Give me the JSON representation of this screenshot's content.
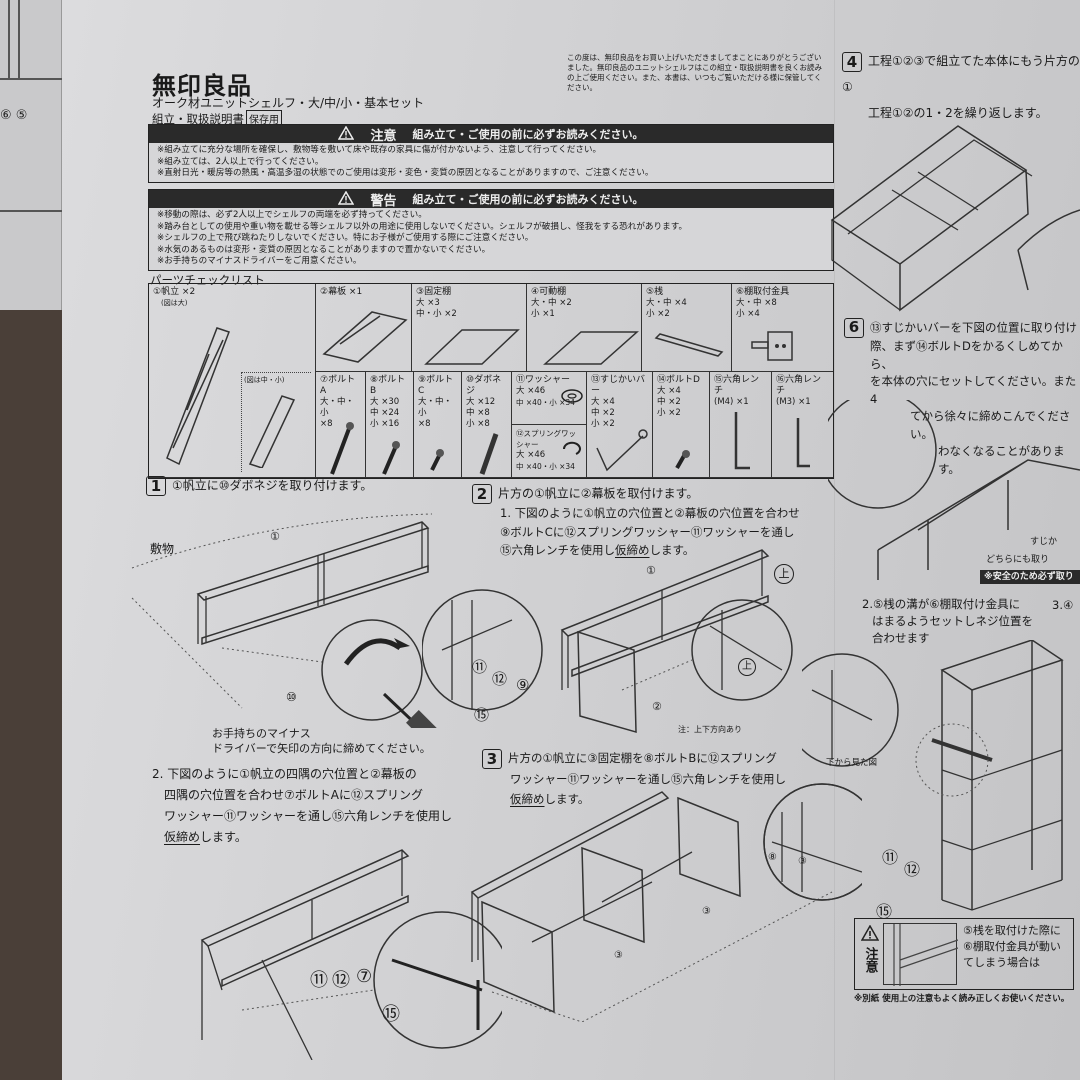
{
  "left_page": {
    "callouts": [
      "⑥",
      "⑤"
    ]
  },
  "header": {
    "brand": "無印良品",
    "subtitle": "オーク材ユニットシェルフ・大/中/小・基本セット",
    "manual_title": "組立・取扱説明書",
    "keep_badge": "保存用",
    "intro": "この度は、無印良品をお買い上げいただきましてまことにありがとうございました。無印良品のユニットシェルフはこの組立・取扱説明書を良くお読みの上ご使用ください。また、本書は、いつもご覧いただける様に保管してください。"
  },
  "caution": {
    "icon": "warning-triangle-icon",
    "title": "注意",
    "subtitle": "組み立て・ご使用の前に必ずお読みください。",
    "items": [
      "※組み立てに充分な場所を確保し、敷物等を敷いて床や既存の家具に傷が付かないよう、注意して行ってください。",
      "※組み立ては、2人以上で行ってください。",
      "※直射日光・暖房等の熱風・高温多湿の状態でのご使用は変形・変色・変質の原因となることがありますので、ご注意ください。"
    ]
  },
  "warning": {
    "icon": "warning-triangle-icon",
    "title": "警告",
    "subtitle": "組み立て・ご使用の前に必ずお読みください。",
    "items": [
      "※移動の際は、必ず2人以上でシェルフの両端を必ず持ってください。",
      "※踏み台としての使用や重い物を載せる等シェルフ以外の用途に使用しないでください。シェルフが破損し、怪我をする恐れがあります。",
      "※シェルフの上で飛び跳ねたりしないでください。特にお子様がご使用する際にご注意ください。",
      "※水気のあるものは変形・変質の原因となることがありますので置かないでください。",
      "※お手持ちのマイナスドライバーをご用意ください。"
    ]
  },
  "parts": {
    "title": "パーツチェックリスト",
    "top_row": [
      {
        "name": "①帆立 ×2",
        "qty": [
          "(図は大)"
        ],
        "alt_note": "(図は中・小)"
      },
      {
        "name": "②幕板 ×1",
        "qty": []
      },
      {
        "name": "③固定棚",
        "qty": [
          "大 ×3",
          "中・小 ×2"
        ]
      },
      {
        "name": "④可動棚",
        "qty": [
          "大・中 ×2",
          "小 ×1"
        ]
      },
      {
        "name": "⑤桟",
        "qty": [
          "大・中 ×4",
          "小 ×2"
        ]
      },
      {
        "name": "⑥棚取付金具",
        "qty": [
          "大・中 ×8",
          "小 ×4"
        ]
      }
    ],
    "bottom_row": [
      {
        "name": "⑦ボルトA",
        "qty": [
          "大・中・小",
          "×8"
        ]
      },
      {
        "name": "⑧ボルトB",
        "qty": [
          "大 ×30",
          "中 ×24",
          "小 ×16"
        ]
      },
      {
        "name": "⑨ボルトC",
        "qty": [
          "大・中・小",
          "×8"
        ]
      },
      {
        "name": "⑩ダボネジ",
        "qty": [
          "大 ×12",
          "中 ×8",
          "小 ×8"
        ]
      },
      {
        "name": "⑪ワッシャー",
        "qty": [
          "大 ×46",
          "中 ×40・小 ×34"
        ]
      },
      {
        "name": "⑫スプリングワッシャー",
        "qty": [
          "大 ×46",
          "中 ×40・小 ×34"
        ]
      },
      {
        "name": "⑬すじかいバー",
        "qty": [
          "大 ×4",
          "中 ×2",
          "小 ×2"
        ]
      },
      {
        "name": "⑭ボルトD",
        "qty": [
          "大 ×4",
          "中 ×2",
          "小 ×2"
        ]
      },
      {
        "name": "⑮六角レンチ",
        "qty": [
          "(M4) ×1"
        ]
      },
      {
        "name": "⑯六角レンチ",
        "qty": [
          "(M3) ×1"
        ]
      }
    ]
  },
  "steps": {
    "step1": {
      "num": "1",
      "text": "①帆立に⑩ダボネジを取り付けます。",
      "label_mat": "敷物",
      "driver_note_1": "お手持ちのマイナス",
      "driver_note_2": "ドライバーで矢印の方向に締めてください。",
      "sub2_lines": [
        "2. 下図のように①帆立の四隅の穴位置と②幕板の",
        "四隅の穴位置を合わせ⑦ボルトAに⑫スプリング",
        "ワッシャー⑪ワッシャーを通し⑮六角レンチを使用し"
      ],
      "sub2_tail_u": "仮締め",
      "sub2_tail": "します。",
      "callouts": [
        "①",
        "⑩",
        "⑪",
        "⑫",
        "⑦",
        "⑮"
      ]
    },
    "step2": {
      "num": "2",
      "text": "片方の①帆立に②幕板を取付けます。",
      "lines": [
        "1. 下図のように①帆立の穴位置と②幕板の穴位置を合わせ",
        "⑨ボルトCに⑫スプリングワッシャー⑪ワッシャーを通し"
      ],
      "line3_pre": "⑮六角レンチを使用し",
      "line3_u": "仮締め",
      "line3_post": "します。",
      "up_mark": "上",
      "note": "注：上下方向あり",
      "callouts": [
        "⑪",
        "⑫",
        "⑨",
        "⑮",
        "①",
        "②"
      ]
    },
    "step3": {
      "num": "3",
      "lines": [
        "片方の①帆立に③固定棚を⑧ボルトBに⑫スプリング",
        "ワッシャー⑪ワッシャーを通し⑮六角レンチを使用し"
      ],
      "tail_u": "仮締め",
      "tail": "します。",
      "callouts": [
        "③",
        "③",
        "③",
        "⑧",
        "⑪",
        "⑫",
        "⑮"
      ]
    },
    "step4": {
      "num": "4",
      "line1": "工程①②③で組立てた本体にもう片方の①",
      "line2": "工程①②の1・2を繰り返します。"
    },
    "step6": {
      "num": "6",
      "lines": [
        "⑬すじかいバーを下図の位置に取り付け",
        "際、まず⑭ボルトDをかるくしめてから、",
        "を本体の穴にセットしてください。また4",
        "てから徐々に締めこんでください。",
        "わなくなることがあります。"
      ],
      "side_1": "すじか",
      "side_2": "どちらにも取り",
      "safety": "※安全のため必ず取り"
    },
    "step6_sub2": {
      "lines": [
        "2.⑤桟の溝が⑥棚取付け金具に",
        "はまるようセットしネジ位置を",
        "合わせます"
      ],
      "sub3": "3.④",
      "view_label": "下から見た図"
    },
    "notice": {
      "title": "注意",
      "lines": [
        "⑤桟を取付けた際に",
        "⑥棚取付金具が動い",
        "てしまう場合は"
      ]
    },
    "footer": "※別紙 使用上の注意もよく読み正しくお使いください。"
  }
}
